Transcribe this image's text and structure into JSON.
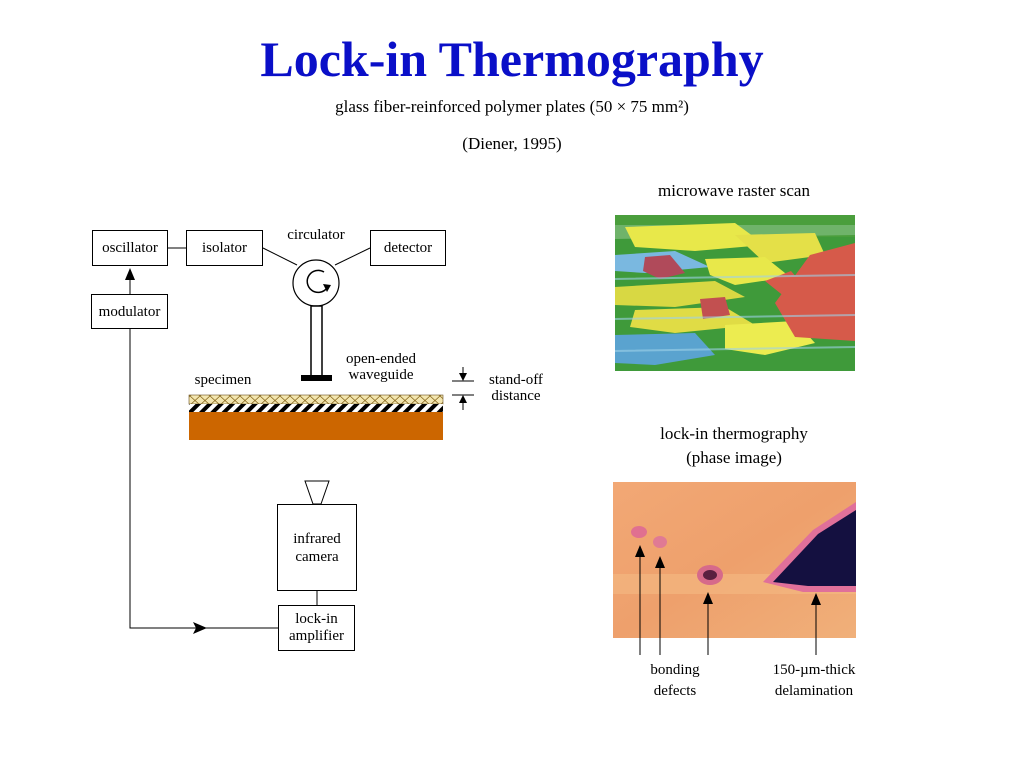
{
  "slide": {
    "title": "Lock-in Thermography",
    "subtitle": "glass fiber-reinforced polymer plates  (50 × 75 mm²)",
    "citation": "(Diener, 1995)"
  },
  "setup": {
    "oscillator": "oscillator",
    "isolator": "isolator",
    "circulator": "circulator",
    "detector": "detector",
    "modulator": "modulator",
    "waveguide_line1": "open-ended",
    "waveguide_line2": "waveguide",
    "specimen": "specimen",
    "standoff_line1": "stand-off",
    "standoff_line2": "distance",
    "camera_line1": "infrared",
    "camera_line2": "camera",
    "amplifier_line1": "lock-in",
    "amplifier_line2": "amplifier"
  },
  "images": {
    "microwave_caption": "microwave raster scan",
    "thermo_caption_line1": "lock-in thermography",
    "thermo_caption_line2": "(phase image)",
    "bonding_line1": "bonding",
    "bonding_line2": "defects",
    "delam_line1": "150-µm-thick",
    "delam_line2": "delamination"
  },
  "colors": {
    "title": "#0a0fc8",
    "specimen_substrate": "#cc6600",
    "microwave_green": "#3f9a3a",
    "microwave_yellow": "#e8e84a",
    "microwave_red": "#d65a4a",
    "thermo_orange": "#f0a070",
    "thermo_dark": "#141040"
  }
}
